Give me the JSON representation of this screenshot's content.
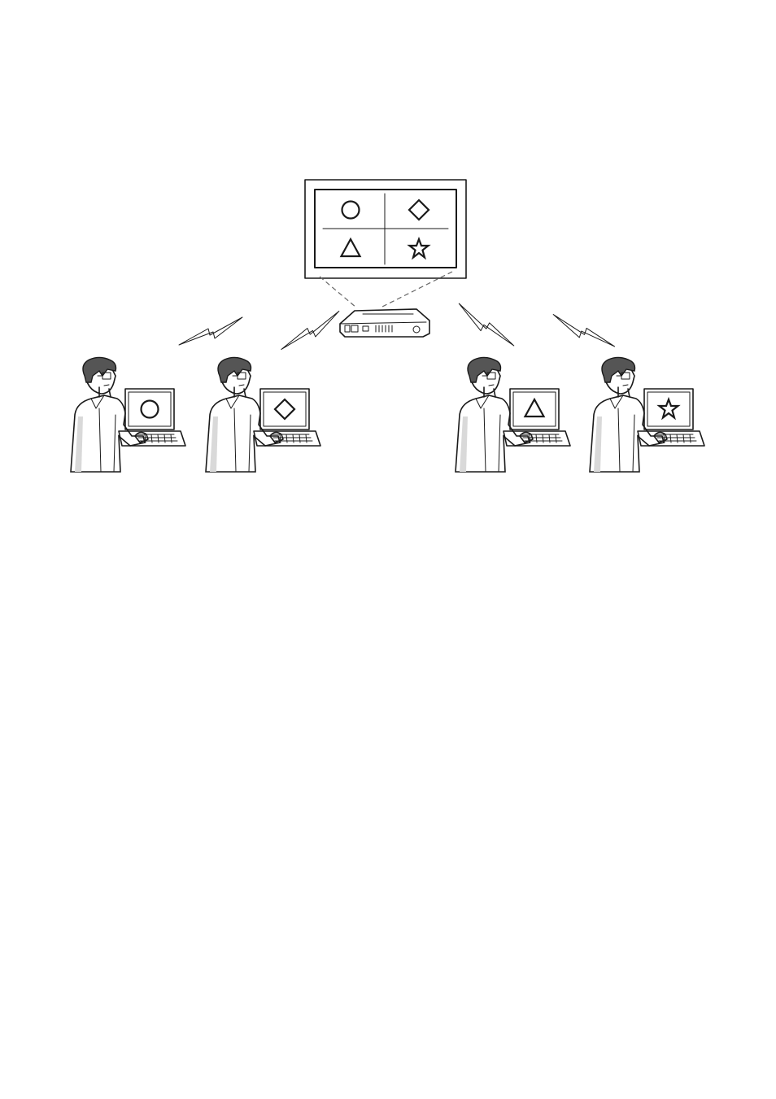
{
  "diagram": {
    "screen": {
      "panels": [
        {
          "shape": "circle"
        },
        {
          "shape": "diamond"
        },
        {
          "shape": "triangle"
        },
        {
          "shape": "star"
        }
      ]
    },
    "users": [
      {
        "shape": "circle"
      },
      {
        "shape": "diamond"
      },
      {
        "shape": "triangle"
      },
      {
        "shape": "star"
      }
    ],
    "colors": {
      "line": "#1a1a1a",
      "hair": "#555555",
      "shade": "#d9d9d9"
    }
  }
}
